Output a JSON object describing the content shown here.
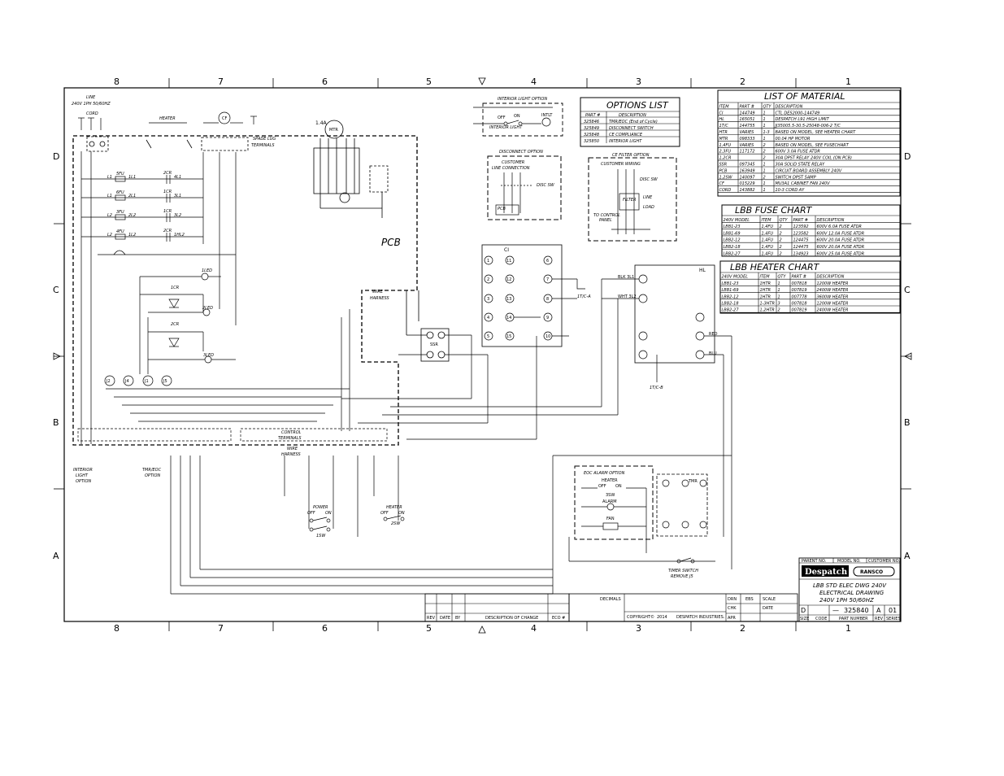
{
  "border": {
    "top_numbers": [
      "8",
      "7",
      "6",
      "5",
      "4",
      "3",
      "2",
      "1"
    ],
    "bottom_numbers": [
      "8",
      "7",
      "6",
      "5",
      "4",
      "3",
      "2",
      "1"
    ],
    "side_letters": [
      "D",
      "C",
      "B",
      "A"
    ]
  },
  "power": {
    "line_label": "LINE",
    "supply": "240V 1PH 50/60HZ",
    "cord": "CORD",
    "heater": "HEATER",
    "fan": "CF",
    "spade": "SPADE LUG",
    "terminals": "TERMINALS"
  },
  "motor": {
    "amps": "1.4A",
    "label": "MTR"
  },
  "pcb": {
    "label": "PCB",
    "wire_harness_1": "WIRE",
    "wire_harness_2": "HARNESS",
    "ssr": "SSR"
  },
  "fuses": [
    {
      "name": "5FU",
      "left": "L1",
      "right": "1L1",
      "relay": "2CR",
      "out": "4L1"
    },
    {
      "name": "6FU",
      "left": "L1",
      "right": "2L1",
      "relay": "1CR",
      "out": "3L1"
    },
    {
      "name": "3FU",
      "left": "L2",
      "right": "2L2",
      "relay": "1CR",
      "out": "3L2"
    },
    {
      "name": "4FU",
      "left": "L2",
      "right": "1L2",
      "relay": "2CR",
      "out": "1HL2"
    }
  ],
  "leds": [
    "1LED",
    "2LED",
    "3LED"
  ],
  "relays_small": [
    "1CR",
    "2CR"
  ],
  "jumpers": [
    "J2",
    "J4",
    "J1",
    "J5"
  ],
  "bottom_labels": {
    "interior_option": [
      "INTERIOR",
      "LIGHT",
      "OPTION"
    ],
    "tmr_option": [
      "TMR/EOC",
      "OPTION"
    ],
    "control_terminals": [
      "CONTROL",
      "TERMINALS"
    ],
    "wire_harness": [
      "WIRE",
      "HARNESS"
    ]
  },
  "switches": {
    "power": "POWER",
    "power_off": "OFF",
    "power_on": "ON",
    "power_id": "1SW",
    "heater": "HEATER",
    "heater_off": "OFF",
    "heater_on": "ON",
    "heater_id": "2SW"
  },
  "interior_light_option": {
    "title": "INTERIOR LIGHT OPTION",
    "off": "OFF",
    "on": "ON",
    "inlt": "INTLT",
    "label": "INTERIOR LIGHT"
  },
  "options_list": {
    "title": "OPTIONS LIST",
    "headers": [
      "PART #",
      "DESCRIPTION"
    ],
    "rows": [
      [
        "325846",
        "TMR/EOC (End of Cycle)"
      ],
      [
        "325849",
        "DISCONNECT SWITCH"
      ],
      [
        "325848",
        "CE COMPLIANCE"
      ],
      [
        "325850",
        "INTERIOR LIGHT"
      ]
    ]
  },
  "disconnect_option": {
    "title": "DISCONNECT OPTION",
    "customer": "CUSTOMER",
    "line_conn": "LINE CONNECTION",
    "disc": "DISC SW",
    "pcb": "PCB"
  },
  "ce_filter_option": {
    "title": "CE FILTER OPTION",
    "wiring": "CUSTOMER WIRING",
    "disc": "DISC SW",
    "filter": "FILTER",
    "line": "LINE",
    "load": "LOAD",
    "to_control": "TO CONTROL",
    "panel": "PANEL"
  },
  "ci_block": {
    "label": "CI",
    "tc_a": "1T/C-A",
    "left_col": [
      "1",
      "2",
      "3",
      "4",
      "5"
    ],
    "mid_col": [
      "11",
      "12",
      "13",
      "14",
      "15"
    ],
    "right_col": [
      "6",
      "7",
      "8",
      "9",
      "10"
    ]
  },
  "hl_block": {
    "label": "HL",
    "blk": "BLK 3L1",
    "wht": "WHT 3L2",
    "tc_b": "1T/C-B",
    "red": "RED",
    "blu": "BLU"
  },
  "list_of_material": {
    "title": "LIST OF MATERIAL",
    "headers": [
      "ITEM",
      "PART #",
      "QTY",
      "DESCRIPTION"
    ],
    "rows": [
      [
        "CI",
        "144749",
        "1",
        "CTL DES2000-144749"
      ],
      [
        "HL",
        "165051",
        "1",
        "DESPATCH L91 HIGH LIMIT"
      ],
      [
        "1T/C",
        "144755",
        "1",
        "JJ35005.5-30.5-25048-006-2 T/C"
      ],
      [
        "HTR",
        "VARIES",
        "1-3",
        "BASED ON MODEL, SEE HEATER CHART"
      ],
      [
        "MTR",
        "098333",
        "1",
        "00.04 HP MOTOR"
      ],
      [
        "1,4FU",
        "VARIES",
        "2",
        "BASED ON MODEL, SEE FUSECHART"
      ],
      [
        "2,3FU",
        "117172",
        "2",
        "600V 3.0A FUSE ATDR"
      ],
      [
        "1,2CR",
        "",
        "2",
        "30A DPST RELAY 240V COIL (ON PCB)"
      ],
      [
        "SSR",
        "097345",
        "1",
        "30A SOLID STATE RELAY"
      ],
      [
        "PCB",
        "163949",
        "1",
        "CIRCUIT BOARD ASSEMBLY 240V"
      ],
      [
        "1,2SW",
        "140097",
        "2",
        "SWITCH DPST 5AMP"
      ],
      [
        "CF",
        "015229",
        "1",
        "MU3A1 CABINET FAN 240V"
      ],
      [
        "CORD",
        "143882",
        "1",
        "10-3 CORD AY"
      ]
    ]
  },
  "fuse_chart": {
    "title": "LBB FUSE CHART",
    "headers": [
      "240V MODEL",
      "ITEM",
      "QTY",
      "PART #",
      "DESCRIPTION"
    ],
    "rows": [
      [
        "LBB1-23",
        "1,4FU",
        "2",
        "123592",
        "600V 6.0A FUSE ATDR"
      ],
      [
        "LBB1-69",
        "1,4FU",
        "2",
        "123582",
        "600V 12.0A FUSE ATDR"
      ],
      [
        "LBB2-12",
        "1,4FU",
        "2",
        "124475",
        "600V 20.0A FUSE ATDR"
      ],
      [
        "LBB2-18",
        "1,4FU",
        "2",
        "124475",
        "600V 20.0A FUSE ATDR"
      ],
      [
        "LBB2-27",
        "1,4FU",
        "2",
        "134923",
        "600V 25.0A FUSE ATDR"
      ]
    ]
  },
  "heater_chart": {
    "title": "LBB HEATER CHART",
    "headers": [
      "240V MODEL",
      "ITEM",
      "QTY",
      "PART #",
      "DESCRIPTION"
    ],
    "rows": [
      [
        "LBB1-23",
        "1HTR",
        "1",
        "007818",
        "1200W HEATER"
      ],
      [
        "LBB1-69",
        "1HTR",
        "1",
        "007819",
        "2400W HEATER"
      ],
      [
        "LBB2-12",
        "1HTR",
        "1",
        "007778",
        "3600W HEATER"
      ],
      [
        "LBB2-18",
        "1-3HTR",
        "3",
        "007818",
        "1200W HEATER"
      ],
      [
        "LBB2-27",
        "1,2HTR",
        "2",
        "007819",
        "2400W HEATER"
      ]
    ]
  },
  "eoc_alarm": {
    "title": "EOC ALARM OPTION",
    "heater": "HEATER",
    "off": "OFF",
    "on": "ON",
    "sw": "3SW",
    "alarm": "ALARM",
    "fan": "FAN",
    "tmr": "TMR",
    "timer1": "TIMER SWITCH",
    "timer2": "REMOVE J5"
  },
  "title_block": {
    "brand": "Despatch",
    "partner": "RANSCO",
    "line1": "LBB STD ELEC DWG 240V",
    "line2": "ELECTRICAL DRAWING",
    "line3": "240V 1PH 50/60HZ",
    "size": "D",
    "dash": "—",
    "number": "325840",
    "rev": "A",
    "sheet": "01",
    "labels": [
      "SIZE",
      "CODE",
      "PART NUMBER",
      "REV",
      "SERIES"
    ],
    "top_labels": [
      "PARENT NO.",
      "MODEL NO.",
      "CUSTOMER NO."
    ],
    "copyright": "COPYRIGHT©",
    "year": "2014",
    "company": "DESPATCH INDUSTRIES.",
    "drn": "DRN",
    "drn_by": "EBS",
    "scale": "SCALE",
    "chk": "CHK",
    "app": "APR",
    "date": "DATE",
    "decimals": "DECIMALS",
    "rev_headers": [
      "REV",
      "DATE",
      "BY",
      "DESCRIPTION OF CHANGE",
      "ECO #"
    ]
  }
}
